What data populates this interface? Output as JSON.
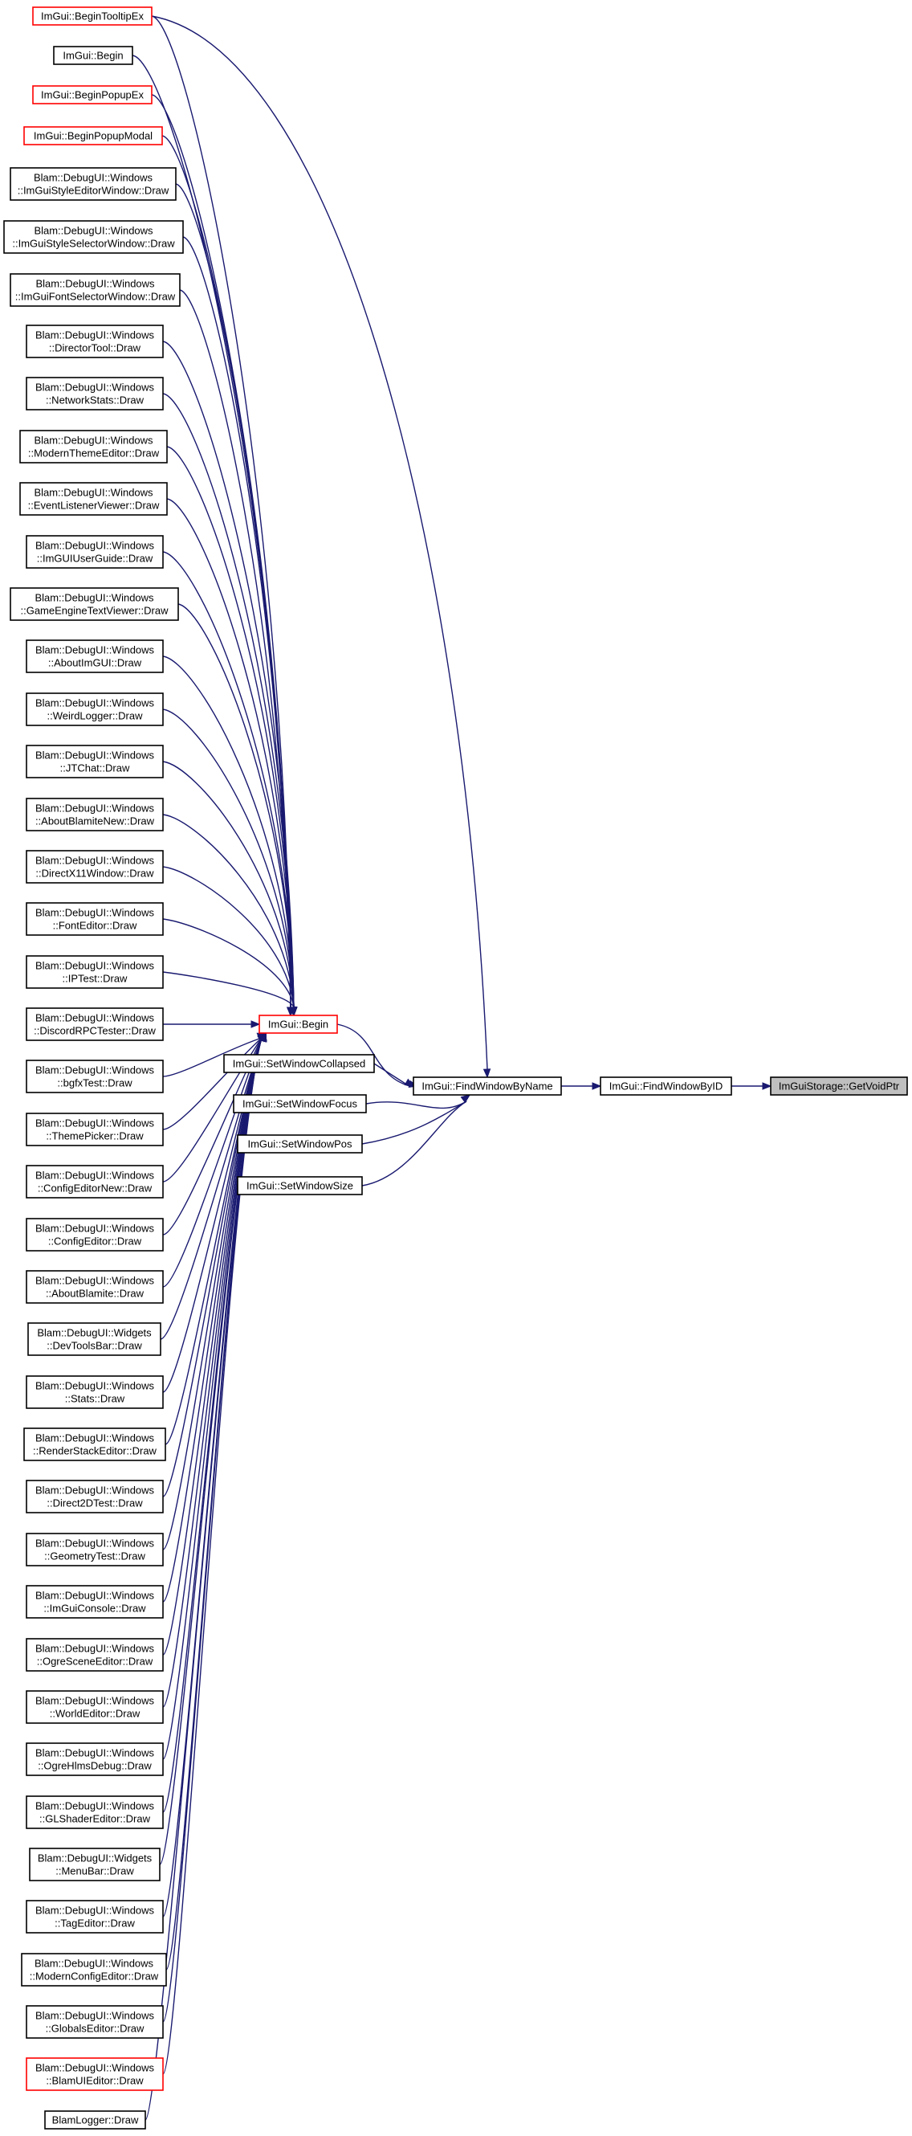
{
  "colors": {
    "edge": "#191970",
    "node_border": "#000000",
    "highlight_border": "#ff0000",
    "target_fill": "#bfbfbf"
  },
  "nodes": [
    {
      "id": "n_tooltip",
      "lines": [
        "ImGui::BeginTooltipEx"
      ],
      "style": "red"
    },
    {
      "id": "n_begin_plain",
      "lines": [
        "ImGui::Begin"
      ],
      "style": "normal"
    },
    {
      "id": "n_popupex",
      "lines": [
        "ImGui::BeginPopupEx"
      ],
      "style": "red"
    },
    {
      "id": "n_popupmodal",
      "lines": [
        "ImGui::BeginPopupModal"
      ],
      "style": "red"
    },
    {
      "id": "n_styleeditor",
      "lines": [
        "Blam::DebugUI::Windows",
        "::ImGuiStyleEditorWindow::Draw"
      ],
      "style": "normal"
    },
    {
      "id": "n_styleselector",
      "lines": [
        "Blam::DebugUI::Windows",
        "::ImGuiStyleSelectorWindow::Draw"
      ],
      "style": "normal"
    },
    {
      "id": "n_fontselector",
      "lines": [
        "Blam::DebugUI::Windows",
        "::ImGuiFontSelectorWindow::Draw"
      ],
      "style": "normal"
    },
    {
      "id": "n_directortool",
      "lines": [
        "Blam::DebugUI::Windows",
        "::DirectorTool::Draw"
      ],
      "style": "normal"
    },
    {
      "id": "n_networkstats",
      "lines": [
        "Blam::DebugUI::Windows",
        "::NetworkStats::Draw"
      ],
      "style": "normal"
    },
    {
      "id": "n_moderntheme",
      "lines": [
        "Blam::DebugUI::Windows",
        "::ModernThemeEditor::Draw"
      ],
      "style": "normal"
    },
    {
      "id": "n_eventlistener",
      "lines": [
        "Blam::DebugUI::Windows",
        "::EventListenerViewer::Draw"
      ],
      "style": "normal"
    },
    {
      "id": "n_userguide",
      "lines": [
        "Blam::DebugUI::Windows",
        "::ImGUIUserGuide::Draw"
      ],
      "style": "normal"
    },
    {
      "id": "n_gameenginetext",
      "lines": [
        "Blam::DebugUI::Windows",
        "::GameEngineTextViewer::Draw"
      ],
      "style": "normal"
    },
    {
      "id": "n_aboutimgui",
      "lines": [
        "Blam::DebugUI::Windows",
        "::AboutImGUI::Draw"
      ],
      "style": "normal"
    },
    {
      "id": "n_weirdlogger",
      "lines": [
        "Blam::DebugUI::Windows",
        "::WeirdLogger::Draw"
      ],
      "style": "normal"
    },
    {
      "id": "n_jtchat",
      "lines": [
        "Blam::DebugUI::Windows",
        "::JTChat::Draw"
      ],
      "style": "normal"
    },
    {
      "id": "n_aboutblamitenew",
      "lines": [
        "Blam::DebugUI::Windows",
        "::AboutBlamiteNew::Draw"
      ],
      "style": "normal"
    },
    {
      "id": "n_directx11",
      "lines": [
        "Blam::DebugUI::Windows",
        "::DirectX11Window::Draw"
      ],
      "style": "normal"
    },
    {
      "id": "n_fonteditor",
      "lines": [
        "Blam::DebugUI::Windows",
        "::FontEditor::Draw"
      ],
      "style": "normal"
    },
    {
      "id": "n_iptest",
      "lines": [
        "Blam::DebugUI::Windows",
        "::IPTest::Draw"
      ],
      "style": "normal"
    },
    {
      "id": "n_discordrpc",
      "lines": [
        "Blam::DebugUI::Windows",
        "::DiscordRPCTester::Draw"
      ],
      "style": "normal"
    },
    {
      "id": "n_bgfxtest",
      "lines": [
        "Blam::DebugUI::Windows",
        "::bgfxTest::Draw"
      ],
      "style": "normal"
    },
    {
      "id": "n_themepicker",
      "lines": [
        "Blam::DebugUI::Windows",
        "::ThemePicker::Draw"
      ],
      "style": "normal"
    },
    {
      "id": "n_configeditornew",
      "lines": [
        "Blam::DebugUI::Windows",
        "::ConfigEditorNew::Draw"
      ],
      "style": "normal"
    },
    {
      "id": "n_configeditor",
      "lines": [
        "Blam::DebugUI::Windows",
        "::ConfigEditor::Draw"
      ],
      "style": "normal"
    },
    {
      "id": "n_aboutblamite",
      "lines": [
        "Blam::DebugUI::Windows",
        "::AboutBlamite::Draw"
      ],
      "style": "normal"
    },
    {
      "id": "n_devtoolsbar",
      "lines": [
        "Blam::DebugUI::Widgets",
        "::DevToolsBar::Draw"
      ],
      "style": "normal"
    },
    {
      "id": "n_stats",
      "lines": [
        "Blam::DebugUI::Windows",
        "::Stats::Draw"
      ],
      "style": "normal"
    },
    {
      "id": "n_renderstack",
      "lines": [
        "Blam::DebugUI::Windows",
        "::RenderStackEditor::Draw"
      ],
      "style": "normal"
    },
    {
      "id": "n_direct2d",
      "lines": [
        "Blam::DebugUI::Windows",
        "::Direct2DTest::Draw"
      ],
      "style": "normal"
    },
    {
      "id": "n_geometrytest",
      "lines": [
        "Blam::DebugUI::Windows",
        "::GeometryTest::Draw"
      ],
      "style": "normal"
    },
    {
      "id": "n_imguiconsole",
      "lines": [
        "Blam::DebugUI::Windows",
        "::ImGuiConsole::Draw"
      ],
      "style": "normal"
    },
    {
      "id": "n_ogrescene",
      "lines": [
        "Blam::DebugUI::Windows",
        "::OgreSceneEditor::Draw"
      ],
      "style": "normal"
    },
    {
      "id": "n_worldeditor",
      "lines": [
        "Blam::DebugUI::Windows",
        "::WorldEditor::Draw"
      ],
      "style": "normal"
    },
    {
      "id": "n_ogrehlms",
      "lines": [
        "Blam::DebugUI::Windows",
        "::OgreHlmsDebug::Draw"
      ],
      "style": "normal"
    },
    {
      "id": "n_glshader",
      "lines": [
        "Blam::DebugUI::Windows",
        "::GLShaderEditor::Draw"
      ],
      "style": "normal"
    },
    {
      "id": "n_menubar",
      "lines": [
        "Blam::DebugUI::Widgets",
        "::MenuBar::Draw"
      ],
      "style": "normal"
    },
    {
      "id": "n_tageditor",
      "lines": [
        "Blam::DebugUI::Windows",
        "::TagEditor::Draw"
      ],
      "style": "normal"
    },
    {
      "id": "n_modernconfig",
      "lines": [
        "Blam::DebugUI::Windows",
        "::ModernConfigEditor::Draw"
      ],
      "style": "normal"
    },
    {
      "id": "n_globalseditor",
      "lines": [
        "Blam::DebugUI::Windows",
        "::GlobalsEditor::Draw"
      ],
      "style": "normal"
    },
    {
      "id": "n_blamuieditor",
      "lines": [
        "Blam::DebugUI::Windows",
        "::BlamUIEditor::Draw"
      ],
      "style": "red"
    },
    {
      "id": "n_blamlogger",
      "lines": [
        "BlamLogger::Draw"
      ],
      "style": "normal"
    },
    {
      "id": "n_imgui_begin",
      "lines": [
        "ImGui::Begin"
      ],
      "style": "red"
    },
    {
      "id": "n_setcollapsed",
      "lines": [
        "ImGui::SetWindowCollapsed"
      ],
      "style": "normal"
    },
    {
      "id": "n_setfocus",
      "lines": [
        "ImGui::SetWindowFocus"
      ],
      "style": "normal"
    },
    {
      "id": "n_setpos",
      "lines": [
        "ImGui::SetWindowPos"
      ],
      "style": "normal"
    },
    {
      "id": "n_setsize",
      "lines": [
        "ImGui::SetWindowSize"
      ],
      "style": "normal"
    },
    {
      "id": "n_findbyname",
      "lines": [
        "ImGui::FindWindowByName"
      ],
      "style": "normal"
    },
    {
      "id": "n_findbyid",
      "lines": [
        "ImGui::FindWindowByID"
      ],
      "style": "normal"
    },
    {
      "id": "n_getvoidptr",
      "lines": [
        "ImGuiStorage::GetVoidPtr"
      ],
      "style": "grey"
    }
  ],
  "edges": [
    [
      "n_begin_plain",
      "n_imgui_begin"
    ],
    [
      "n_popupex",
      "n_imgui_begin"
    ],
    [
      "n_popupmodal",
      "n_imgui_begin"
    ],
    [
      "n_tooltip",
      "n_imgui_begin"
    ],
    [
      "n_styleeditor",
      "n_imgui_begin"
    ],
    [
      "n_styleselector",
      "n_imgui_begin"
    ],
    [
      "n_fontselector",
      "n_imgui_begin"
    ],
    [
      "n_directortool",
      "n_imgui_begin"
    ],
    [
      "n_networkstats",
      "n_imgui_begin"
    ],
    [
      "n_moderntheme",
      "n_imgui_begin"
    ],
    [
      "n_eventlistener",
      "n_imgui_begin"
    ],
    [
      "n_userguide",
      "n_imgui_begin"
    ],
    [
      "n_gameenginetext",
      "n_imgui_begin"
    ],
    [
      "n_aboutimgui",
      "n_imgui_begin"
    ],
    [
      "n_weirdlogger",
      "n_imgui_begin"
    ],
    [
      "n_jtchat",
      "n_imgui_begin"
    ],
    [
      "n_aboutblamitenew",
      "n_imgui_begin"
    ],
    [
      "n_directx11",
      "n_imgui_begin"
    ],
    [
      "n_fonteditor",
      "n_imgui_begin"
    ],
    [
      "n_iptest",
      "n_imgui_begin"
    ],
    [
      "n_discordrpc",
      "n_imgui_begin"
    ],
    [
      "n_bgfxtest",
      "n_imgui_begin"
    ],
    [
      "n_themepicker",
      "n_imgui_begin"
    ],
    [
      "n_configeditornew",
      "n_imgui_begin"
    ],
    [
      "n_configeditor",
      "n_imgui_begin"
    ],
    [
      "n_aboutblamite",
      "n_imgui_begin"
    ],
    [
      "n_devtoolsbar",
      "n_imgui_begin"
    ],
    [
      "n_stats",
      "n_imgui_begin"
    ],
    [
      "n_renderstack",
      "n_imgui_begin"
    ],
    [
      "n_direct2d",
      "n_imgui_begin"
    ],
    [
      "n_geometrytest",
      "n_imgui_begin"
    ],
    [
      "n_imguiconsole",
      "n_imgui_begin"
    ],
    [
      "n_ogrescene",
      "n_imgui_begin"
    ],
    [
      "n_worldeditor",
      "n_imgui_begin"
    ],
    [
      "n_ogrehlms",
      "n_imgui_begin"
    ],
    [
      "n_glshader",
      "n_imgui_begin"
    ],
    [
      "n_menubar",
      "n_imgui_begin"
    ],
    [
      "n_tageditor",
      "n_imgui_begin"
    ],
    [
      "n_modernconfig",
      "n_imgui_begin"
    ],
    [
      "n_globalseditor",
      "n_imgui_begin"
    ],
    [
      "n_blamuieditor",
      "n_imgui_begin"
    ],
    [
      "n_blamlogger",
      "n_imgui_begin"
    ],
    [
      "n_tooltip",
      "n_findbyname"
    ],
    [
      "n_imgui_begin",
      "n_findbyname"
    ],
    [
      "n_setcollapsed",
      "n_findbyname"
    ],
    [
      "n_setfocus",
      "n_findbyname"
    ],
    [
      "n_setpos",
      "n_findbyname"
    ],
    [
      "n_setsize",
      "n_findbyname"
    ],
    [
      "n_findbyname",
      "n_findbyid"
    ],
    [
      "n_findbyid",
      "n_getvoidptr"
    ]
  ]
}
